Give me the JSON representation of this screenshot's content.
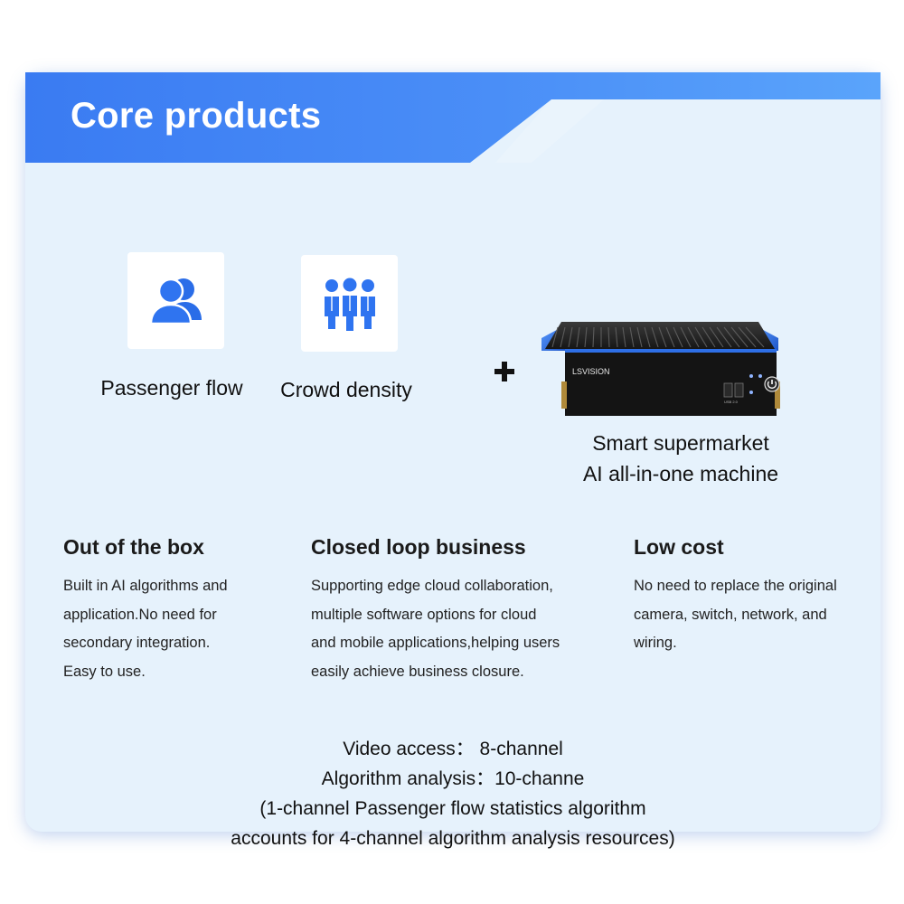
{
  "header": {
    "title": "Core products"
  },
  "products": [
    {
      "label": "Passenger flow",
      "icon": "user-group-icon"
    },
    {
      "label": "Crowd density",
      "icon": "crowd-icon"
    }
  ],
  "device": {
    "brand": "LSVISION",
    "usb_label": "USB 2.0",
    "name_lines": [
      "Smart supermarket",
      "AI all-in-one machine"
    ]
  },
  "features": [
    {
      "title": "Out of the box",
      "lines": [
        "Built in AI algorithms and",
        "application.No need for",
        "secondary integration.",
        "Easy to use."
      ]
    },
    {
      "title": "Closed loop business",
      "lines": [
        "Supporting edge cloud collaboration,",
        "multiple software options for cloud",
        "and mobile applications,helping users",
        "easily achieve business closure."
      ]
    },
    {
      "title": "Low cost",
      "lines": [
        "No need to replace the original",
        "camera, switch, network, and",
        "wiring."
      ]
    }
  ],
  "specs": {
    "lines": [
      "Video access： 8-channel",
      "Algorithm analysis：10-channe",
      "(1-channel Passenger flow statistics algorithm",
      "accounts for 4-channel algorithm analysis resources)"
    ]
  },
  "colors": {
    "accent": "#2f6ff0",
    "header_gradient_start": "#3a7bf2",
    "header_gradient_end": "#5aa4fb",
    "panel": "#e6f2fc"
  }
}
